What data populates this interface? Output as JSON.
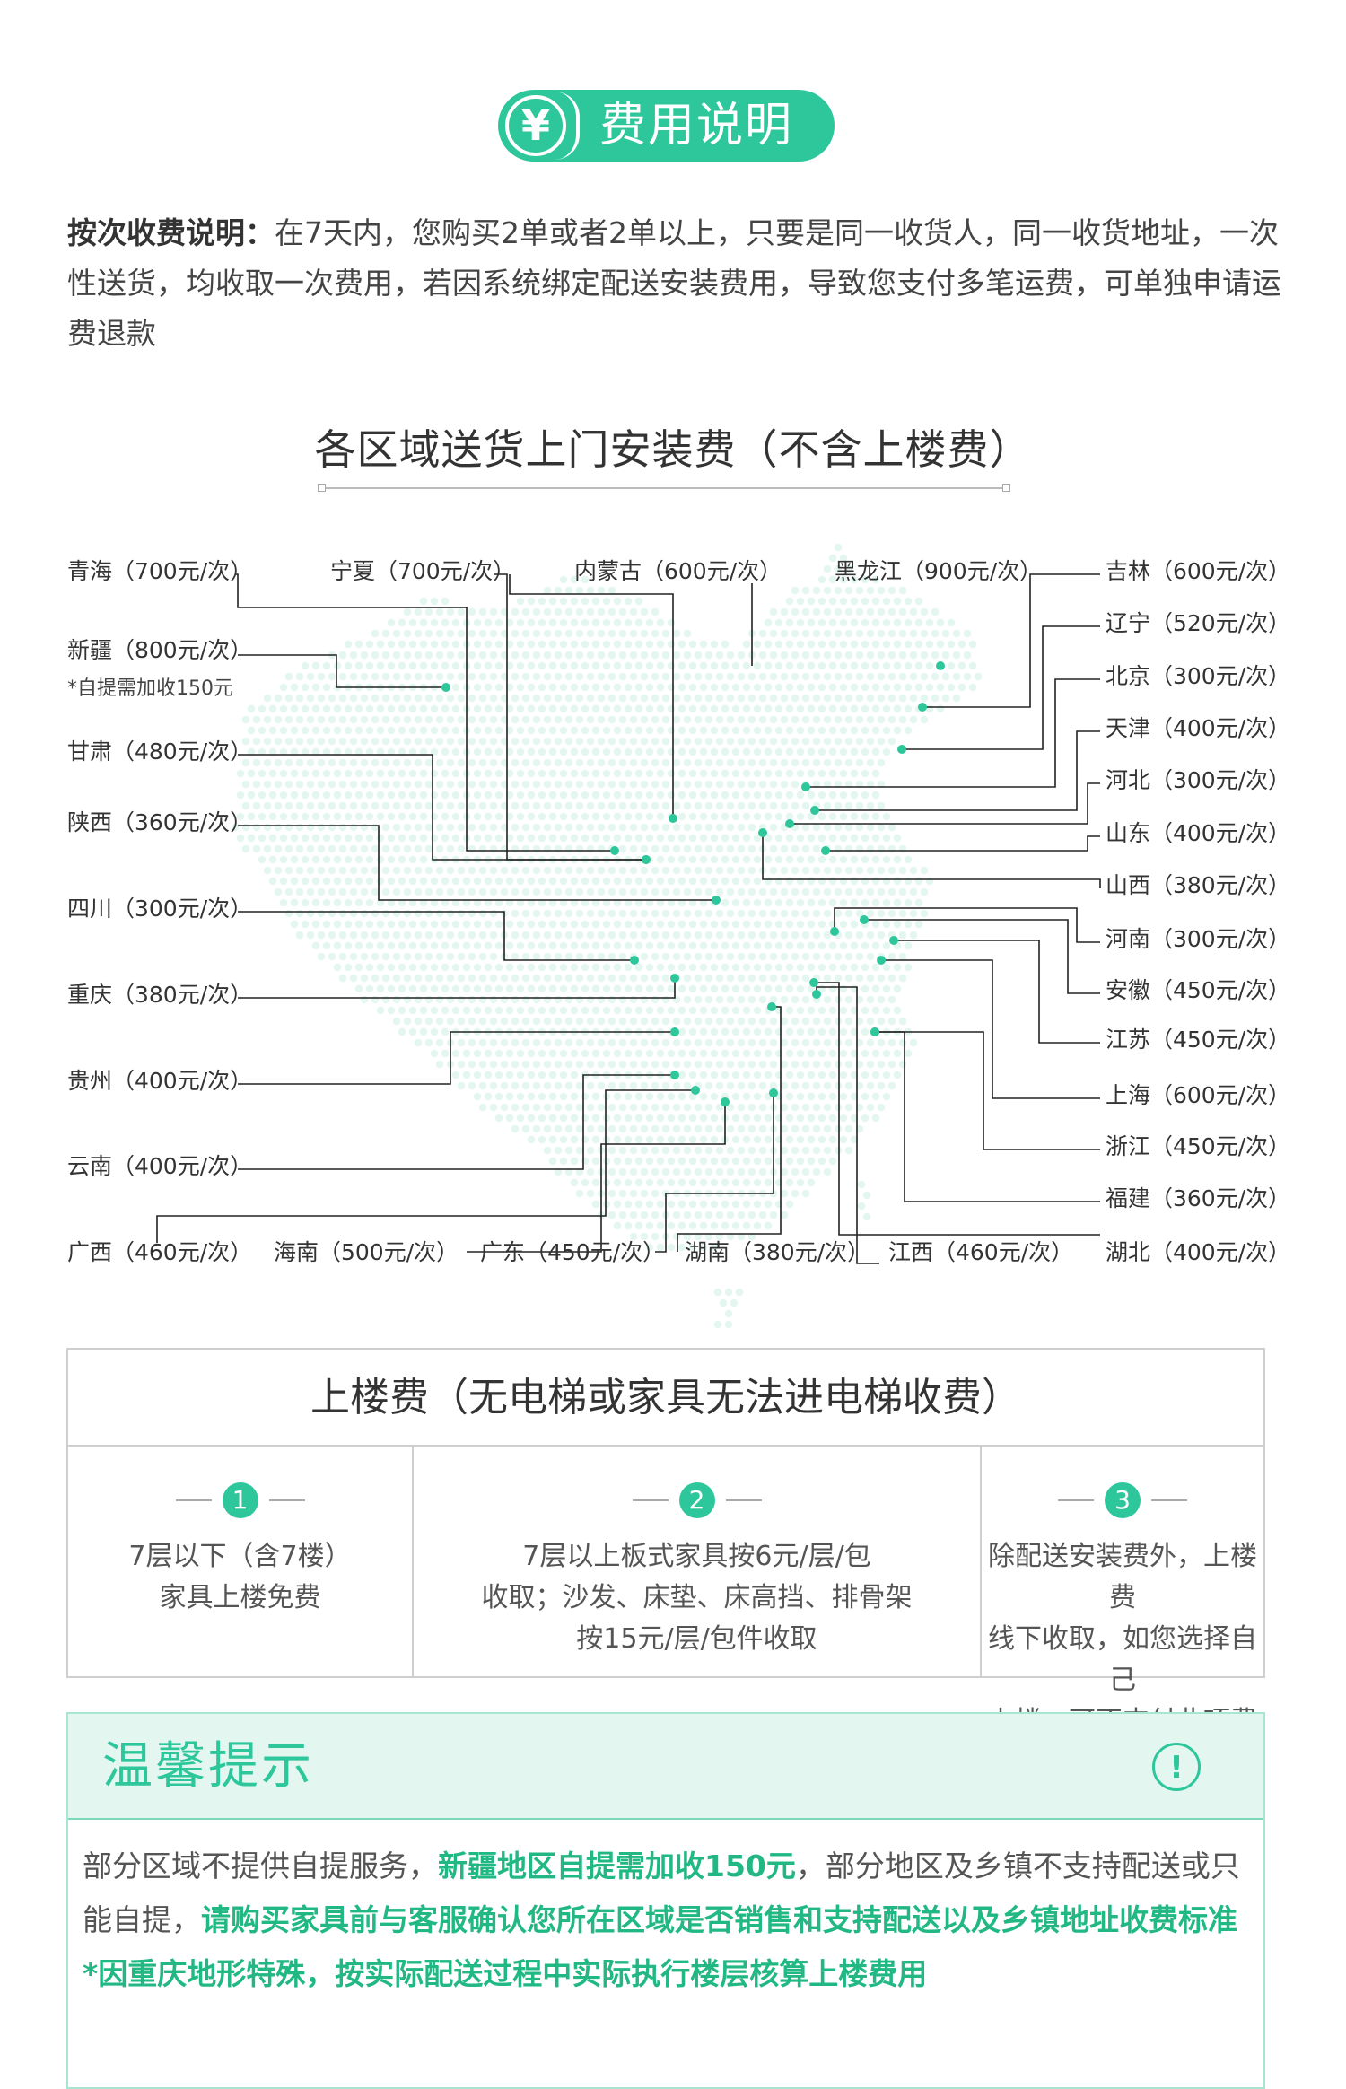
{
  "header": {
    "yen": "¥",
    "title": "费用说明"
  },
  "intro": {
    "label": "按次收费说明：",
    "text": "在7天内，您购买2单或者2单以上，只要是同一收货人，同一收货地址，一次性送货，均收取一次费用，若因系统绑定配送安装费用，导致您支付多笔运费，可单独申请运费退款"
  },
  "map": {
    "title": "各区域送货上门安装费（不含上楼费）",
    "regions": {
      "qinghai": "青海（700元/次）",
      "ningxia": "宁夏（700元/次）",
      "neimenggu": "内蒙古（600元/次）",
      "heilongjiang": "黑龙江（900元/次）",
      "jilin": "吉林（600元/次）",
      "liaoning": "辽宁（520元/次）",
      "beijing": "北京（300元/次）",
      "tianjin": "天津（400元/次）",
      "hebei": "河北（300元/次）",
      "shandong": "山东（400元/次）",
      "shanxi": "山西（380元/次）",
      "henan": "河南（300元/次）",
      "anhui": "安徽（450元/次）",
      "jiangsu": "江苏（450元/次）",
      "shanghai": "上海（600元/次）",
      "zhejiang": "浙江（450元/次）",
      "fujian": "福建（360元/次）",
      "hubei": "湖北（400元/次）",
      "jiangxi": "江西（460元/次）",
      "hunan": "湖南（380元/次）",
      "guangdong": "广东（450元/次）",
      "hainan": "海南（500元/次）",
      "guangxi": "广西（460元/次）",
      "yunnan": "云南（400元/次）",
      "guizhou": "贵州（400元/次）",
      "chongqing": "重庆（380元/次）",
      "sichuan": "四川（300元/次）",
      "shaanxi": "陕西（360元/次）",
      "gansu": "甘肃（480元/次）",
      "xinjiang": "新疆（800元/次）"
    },
    "xinjiang_note": "*自提需加收150元",
    "accent": "#2dc79b"
  },
  "floor": {
    "title": "上楼费（无电梯或家具无法进电梯收费）",
    "columns": [
      {
        "num": "1",
        "text": "7层以下（含7楼）\n家具上楼免费"
      },
      {
        "num": "2",
        "text": "7层以上板式家具按6元/层/包\n收取；沙发、床垫、床高挡、排骨架\n按15元/层/包件收取"
      },
      {
        "num": "3",
        "text": "除配送安装费外，上楼费\n线下收取，如您选择自己\n上楼，可不支付此项费用"
      }
    ]
  },
  "tips": {
    "title": "温馨提示",
    "icon": "!",
    "p1a": "部分区域不提供自提服务，",
    "p1b": "新疆地区自提需加收150元",
    "p1c": "，部分地区及乡镇不支持配送或只能自提，",
    "p1d": "请购买家具前与客服确认您所在区域是否销售和支持配送以及乡镇地址收费标准",
    "note": "*因重庆地形特殊，按实际配送过程中实际执行楼层核算上楼费用"
  }
}
